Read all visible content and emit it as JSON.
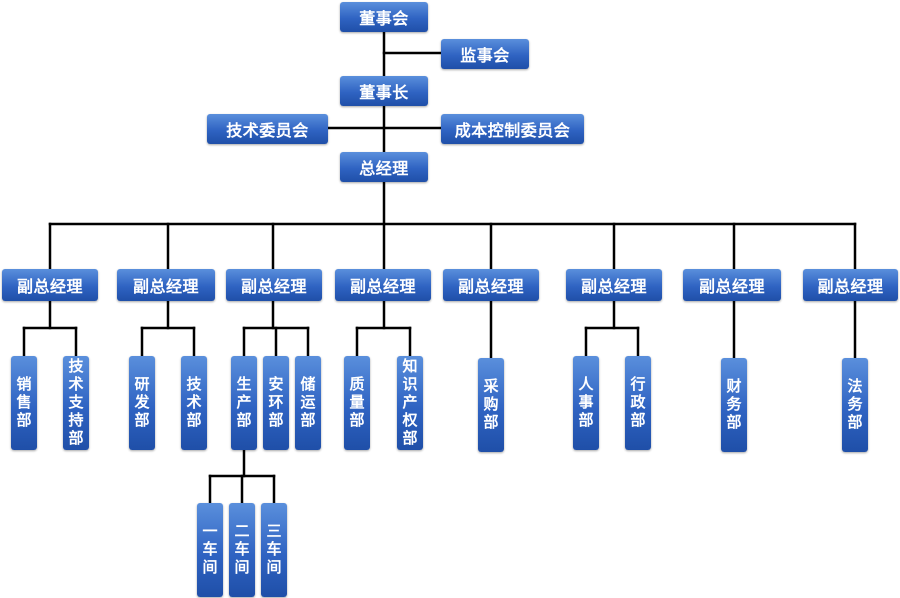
{
  "board": "董事会",
  "supervisors": "监事会",
  "chairman": "董事长",
  "tech_committee": "技术委员会",
  "cost_committee": "成本控制委员会",
  "gm": "总经理",
  "vp_label": "副总经理",
  "departments": {
    "sales": "销售部",
    "tech_support": "技术支持部",
    "rnd": "研发部",
    "tech": "技术部",
    "production": "生产部",
    "safety_env": "安环部",
    "logistics": "储运部",
    "quality": "质量部",
    "ip": "知识产权部",
    "purchasing": "采购部",
    "hr": "人事部",
    "admin": "行政部",
    "finance": "财务部",
    "legal": "法务部"
  },
  "workshops": {
    "one": "一车间",
    "two": "二车间",
    "three": "三车间"
  }
}
